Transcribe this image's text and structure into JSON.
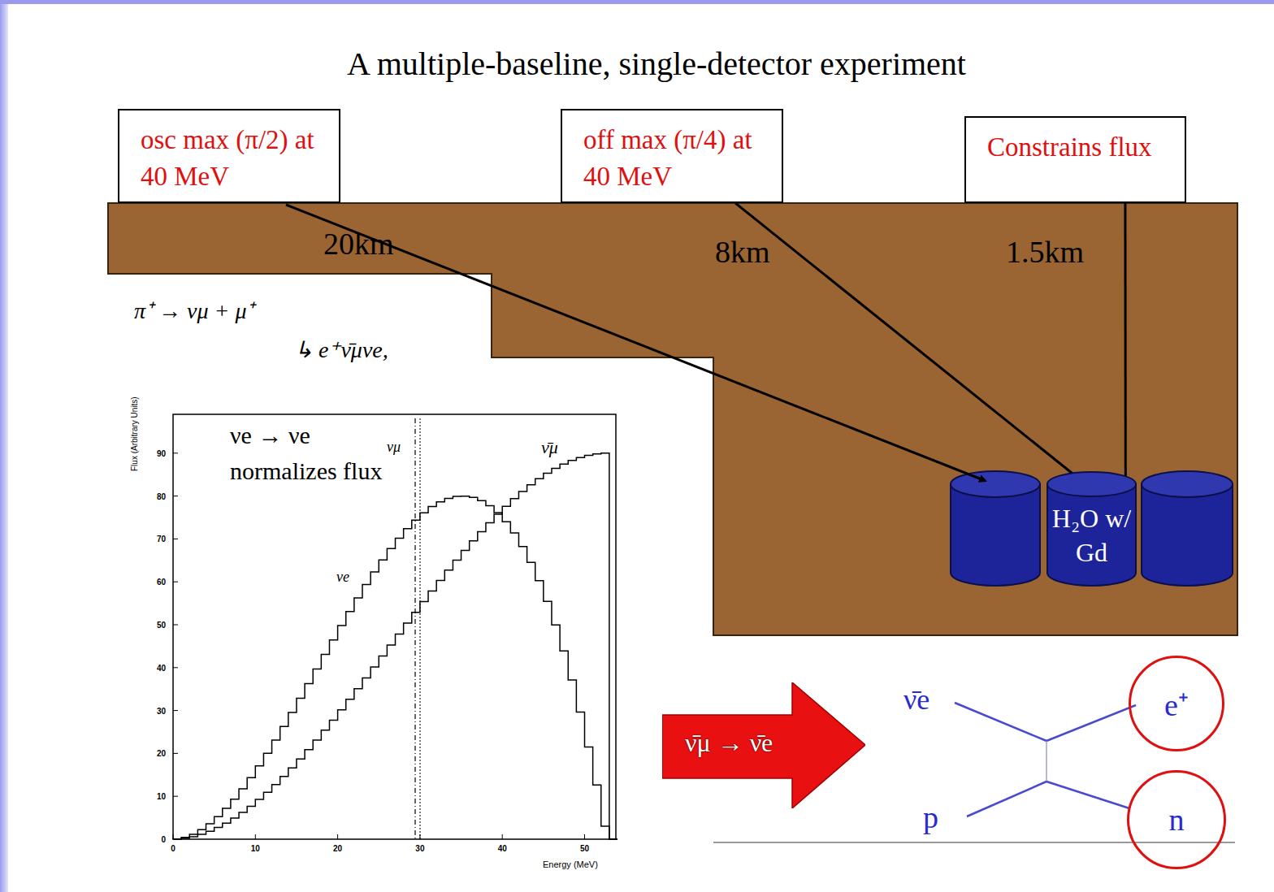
{
  "diagram": {
    "title": "A multiple-baseline, single-detector experiment",
    "nodes": [
      {
        "text": [
          "osc max (π/2) at 40 MeV"
        ]
      },
      {
        "text": [
          "off max (π/4) at 40 MeV"
        ]
      },
      {
        "text": [
          "Constrains flux"
        ]
      },
      {
        "text": [
          "H₂O w/ Gd"
        ]
      },
      {
        "text": [
          "ν̄μ → ν̄e"
        ]
      },
      {
        "text": [
          "e⁺"
        ]
      },
      {
        "text": [
          "n"
        ]
      }
    ],
    "edges": [
      {
        "from": 1,
        "to": 3,
        "arrow": "to"
      },
      {
        "from": 2,
        "to": 3,
        "arrow": "to"
      }
    ],
    "labels": [
      "20km",
      "8km",
      "1.5km",
      "π⁺ → νμ + μ⁺",
      "↳ e⁺ν̄μνe,",
      "νe → νe normalizes flux",
      "νμ",
      "ν̄μ",
      "νe",
      "Flux (Arbitrary Units)",
      "Energy (MeV)",
      "0",
      "10",
      "20",
      "30",
      "40",
      "50",
      "60",
      "70",
      "80",
      "90",
      "0",
      "10",
      "20",
      "30",
      "40",
      "50",
      "ν̄e",
      "p"
    ]
  }
}
